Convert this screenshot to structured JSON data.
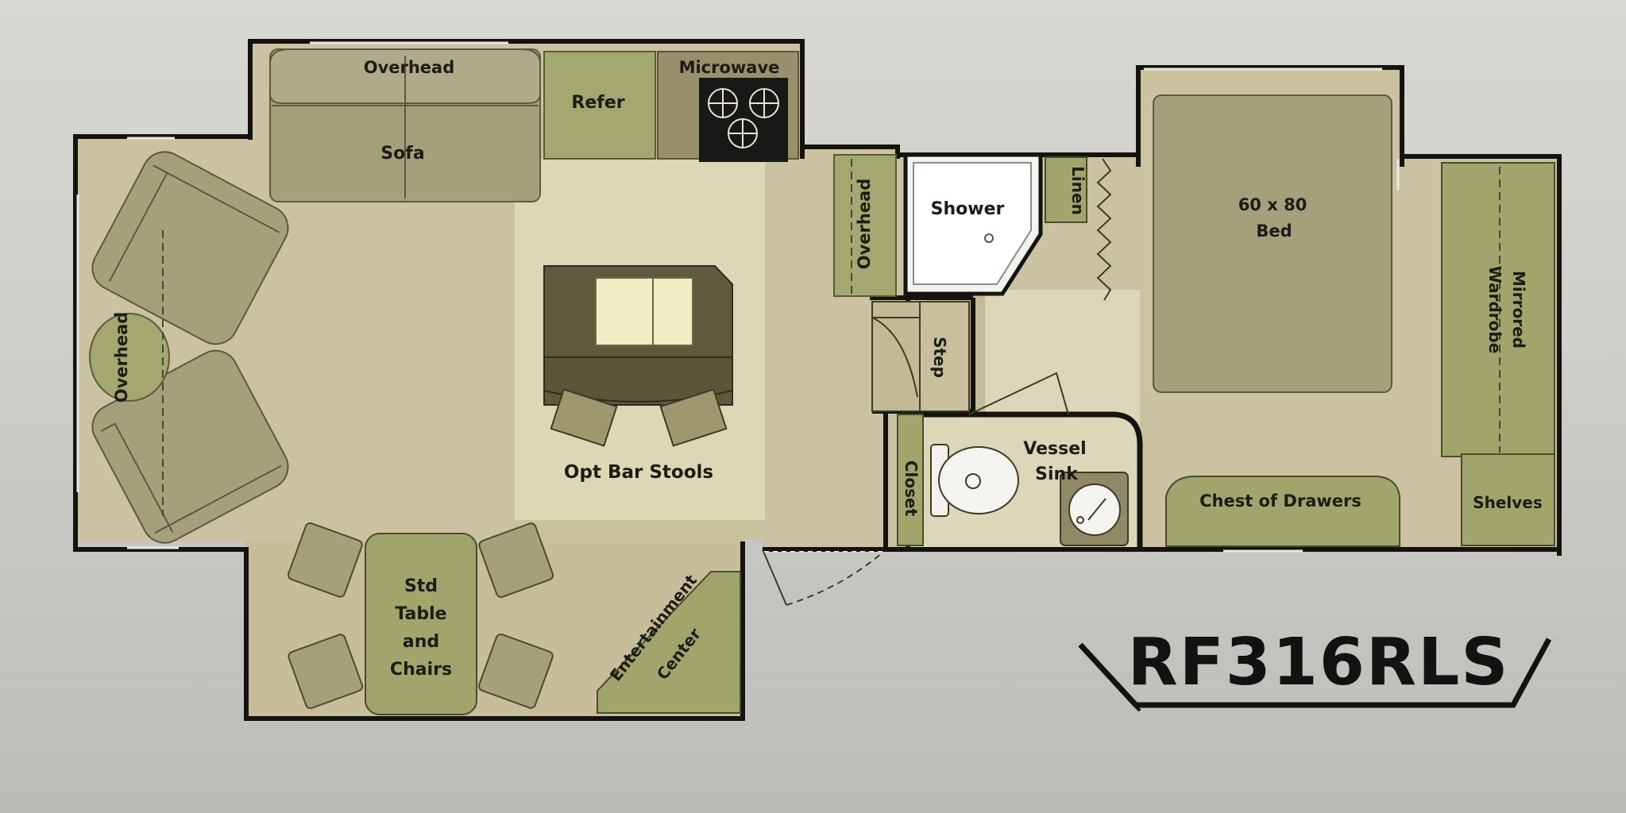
{
  "floorplan": {
    "model": "RF316RLS",
    "labels": {
      "overhead_top": "Overhead",
      "sofa": "Sofa",
      "refer": "Refer",
      "microwave": "Microwave",
      "overhead_left": "Overhead",
      "overhead_mid": "Overhead",
      "shower": "Shower",
      "linen": "Linen",
      "bed_line1": "60 x 80",
      "bed_line2": "Bed",
      "wardrobe_line1": "Mirrored",
      "wardrobe_line2": "Wardrobe",
      "step": "Step",
      "opt_bar_stools": "Opt Bar Stools",
      "closet": "Closet",
      "vessel_line1": "Vessel",
      "vessel_line2": "Sink",
      "chest_of_drawers": "Chest of Drawers",
      "shelves": "Shelves",
      "table_line1": "Std",
      "table_line2": "Table",
      "table_line3": "and",
      "table_line4": "Chairs",
      "entertainment_line1": "Entertainment",
      "entertainment_line2": "Center"
    },
    "colors": {
      "floor": "#cbc2a2",
      "kitchen_floor": "#ddd7b6",
      "furniture": "#a59f7c",
      "cabinet": "#9fa56b",
      "wall": "#151310"
    }
  }
}
